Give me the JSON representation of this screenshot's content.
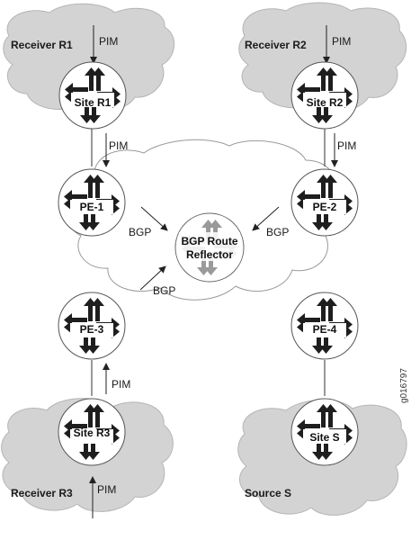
{
  "clouds": {
    "receiver_r1": "Receiver R1",
    "receiver_r2": "Receiver R2",
    "receiver_r3": "Receiver R3",
    "source_s": "Source S"
  },
  "routers": {
    "site_r1": "Site R1",
    "site_r2": "Site R2",
    "site_r3": "Site R3",
    "site_s": "Site S",
    "pe1": "PE-1",
    "pe2": "PE-2",
    "pe3": "PE-3",
    "pe4": "PE-4"
  },
  "route_reflector": {
    "line1": "BGP Route",
    "line2": "Reflector"
  },
  "protocol_labels": {
    "pim_r1_in": "PIM",
    "pim_r1_pe1": "PIM",
    "pim_r2_in": "PIM",
    "pim_r2_pe2": "PIM",
    "pim_r3_pe3": "PIM",
    "pim_r3_in": "PIM",
    "bgp_pe1": "BGP",
    "bgp_pe2": "BGP",
    "bgp_pe3": "BGP"
  },
  "figure_id": "g016797",
  "colors": {
    "cloud_fill": "#d3d3d3",
    "cloud_stroke": "#b5b5b5",
    "router_fill": "#ffffff",
    "router_arrows": "#1e1e1e",
    "rr_arrows": "#9a9a9a",
    "line": "#333333"
  }
}
